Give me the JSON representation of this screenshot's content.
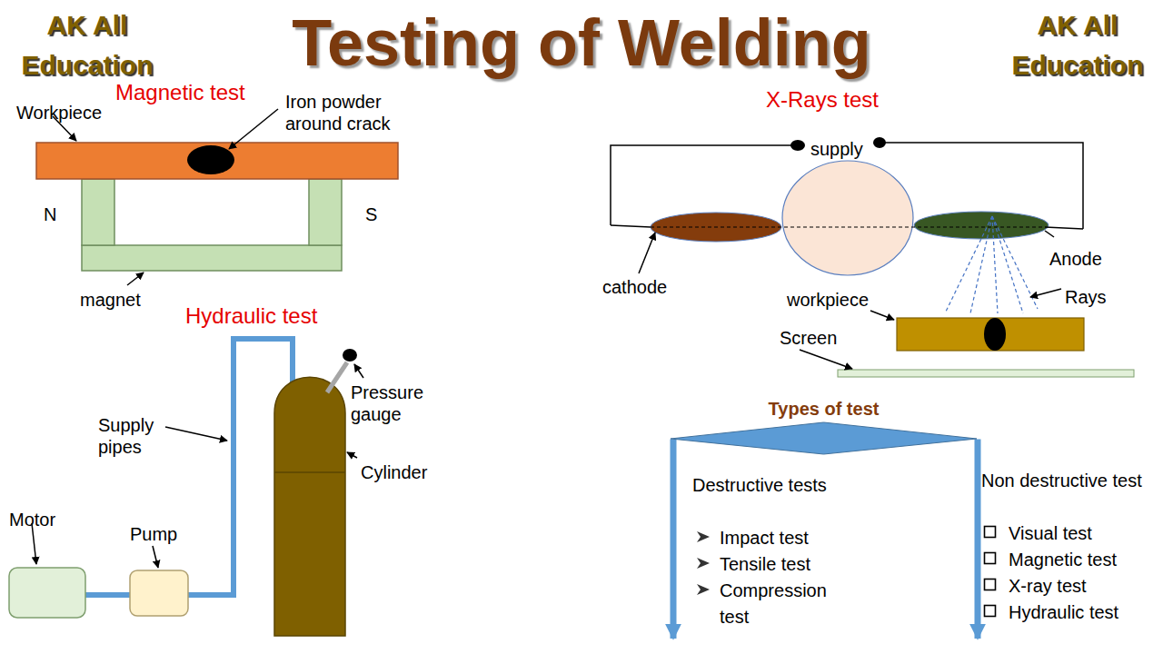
{
  "diagram": {
    "title": "Testing of Welding",
    "nodes": [
      {
        "text": [
          "Types of test"
        ]
      },
      {
        "text": [
          "Destructive tests",
          "Impact test",
          "Tensile test",
          "Compression test"
        ]
      },
      {
        "text": [
          "Non destructive test",
          "Visual test",
          "Magnetic test",
          "X-ray test",
          "Hydraulic test"
        ]
      }
    ],
    "edges": [
      {
        "from": 0,
        "to": 1,
        "arrow": "to"
      },
      {
        "from": 0,
        "to": 2,
        "arrow": "to"
      }
    ],
    "labels": [
      "AK All Education",
      "AK All Education",
      "Magnetic test",
      "Workpiece",
      "Iron powder around crack",
      "N",
      "S",
      "magnet",
      "X-Rays test",
      "supply",
      "cathode",
      "Anode",
      "workpiece",
      "Rays",
      "Screen",
      "Hydraulic test",
      "Supply pipes",
      "Pressure gauge",
      "Cylinder",
      "Motor",
      "Pump"
    ]
  }
}
